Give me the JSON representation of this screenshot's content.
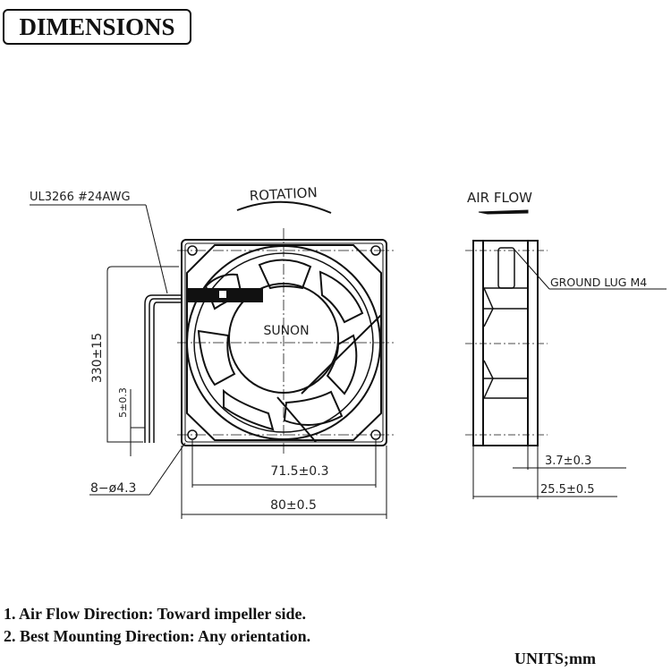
{
  "title": "DIMENSIONS",
  "front_view": {
    "wire_label": "UL3266 #24AWG",
    "rotation_label": "ROTATION",
    "brand": "SUNON",
    "lead_length": "330±15",
    "strip_length": "5±0.3",
    "holes": "8−ø4.3",
    "hole_spacing": "71.5±0.3",
    "width": "80±0.5"
  },
  "side_view": {
    "airflow_label": "AIR FLOW",
    "ground_lug": "GROUND LUG M4",
    "flange": "3.7±0.3",
    "depth": "25.5±0.5"
  },
  "notes": [
    "1.  Air Flow Direction:  Toward impeller side.",
    "2.  Best Mounting Direction: Any orientation."
  ],
  "units": "UNITS;mm"
}
